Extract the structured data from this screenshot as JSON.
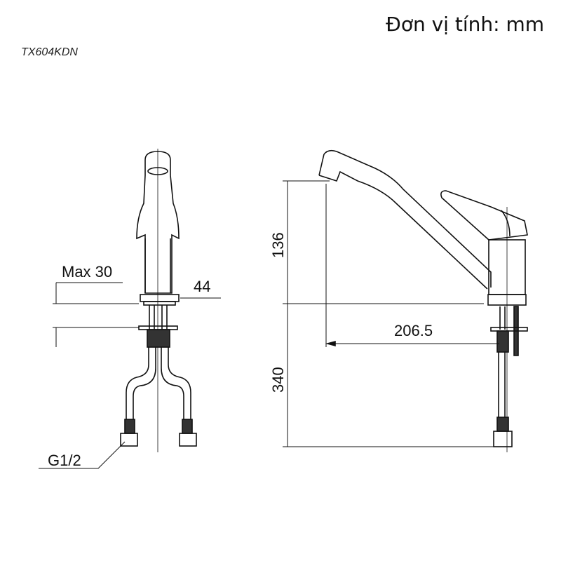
{
  "header": {
    "unit_label": "Đơn vị tính: mm",
    "model_code": "TX604KDN"
  },
  "dimensions": {
    "max_thickness": "Max 30",
    "base_diameter": "44",
    "thread": "G1/2",
    "spout_height": "136",
    "hose_length": "340",
    "spout_reach": "206.5"
  }
}
